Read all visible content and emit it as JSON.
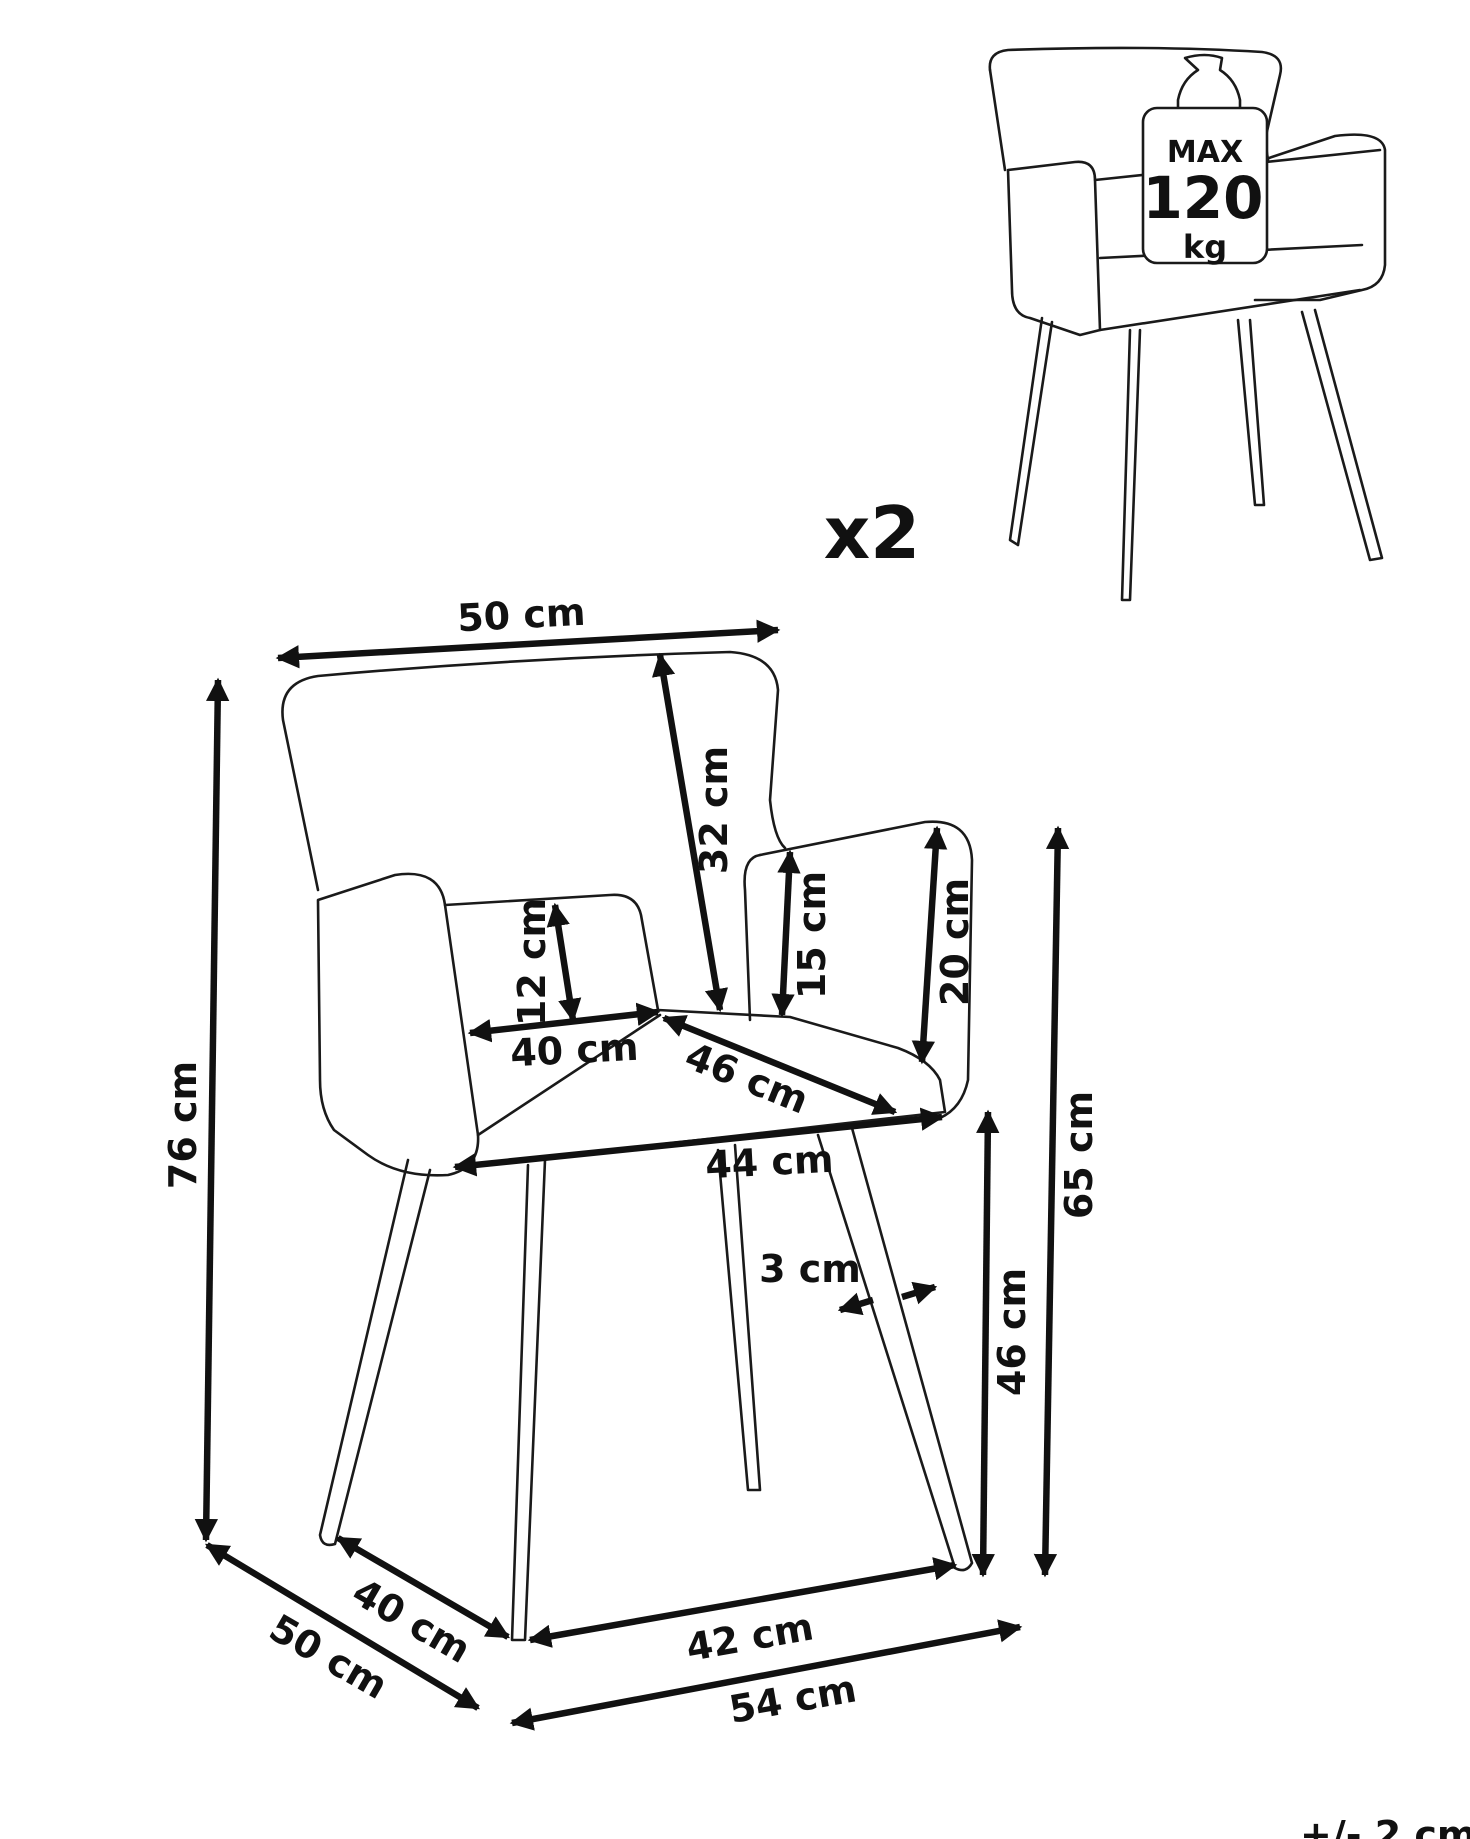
{
  "badge": {
    "max": "MAX",
    "value": "120",
    "unit": "kg"
  },
  "quantity": "x2",
  "tolerance": "+/- 2 cm",
  "dimensions": {
    "back_width": "50 cm",
    "back_height": "32 cm",
    "total_height": "76 cm",
    "armrest_inner_height": "12 cm",
    "seat_width_inner": "40 cm",
    "seat_depth": "46 cm",
    "armrest_height_back": "15 cm",
    "armrest_height_front": "20 cm",
    "seat_front_width": "44 cm",
    "leg_thickness": "3 cm",
    "seat_height": "46 cm",
    "arm_height": "65 cm",
    "leg_span_side": "40 cm",
    "depth": "50 cm",
    "leg_span_front": "42 cm",
    "width": "54 cm"
  }
}
